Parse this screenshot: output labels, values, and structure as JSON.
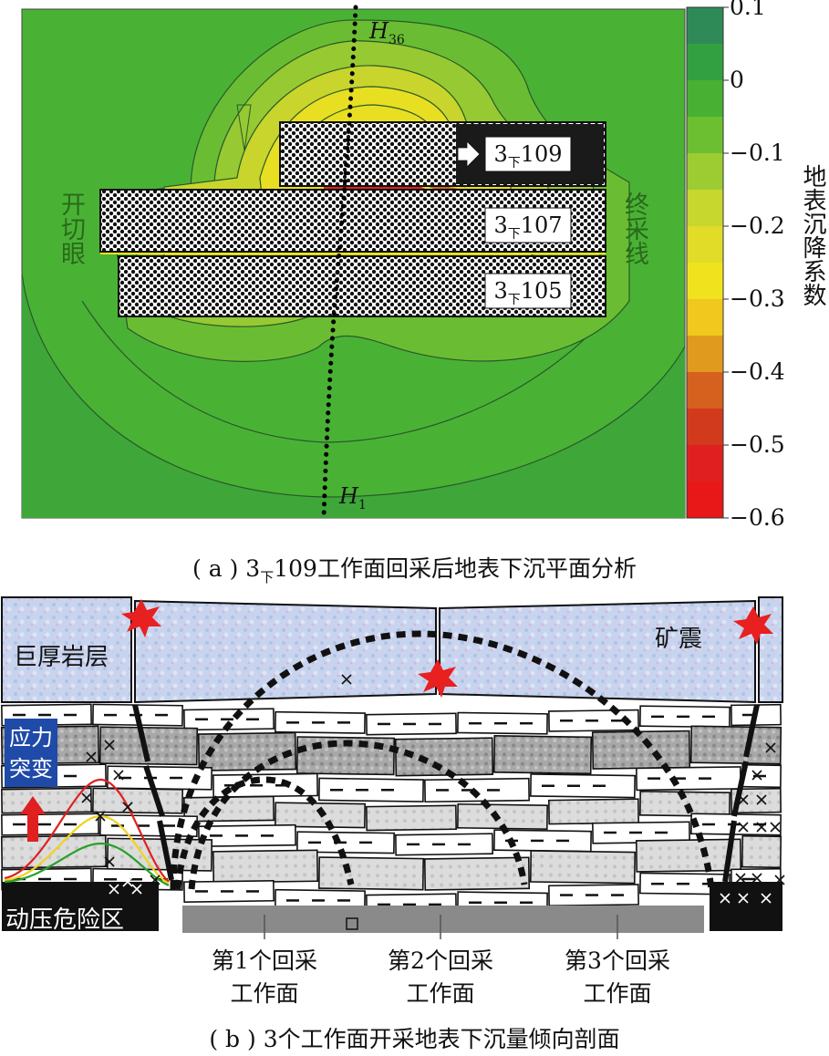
{
  "panel_a": {
    "points": {
      "top": "H",
      "top_sub": "36",
      "bottom": "H",
      "bottom_sub": "1"
    },
    "left_label": "开切眼",
    "right_label": "终采线",
    "faces": [
      {
        "main": "3",
        "sub": "下",
        "num": "109"
      },
      {
        "main": "3",
        "sub": "下",
        "num": "107"
      },
      {
        "main": "3",
        "sub": "下",
        "num": "105"
      }
    ],
    "colorbar": {
      "title": "地表沉降系数",
      "ticks": [
        "0.1",
        "0",
        "−0.1",
        "−0.2",
        "−0.3",
        "−0.4",
        "−0.5",
        "−0.6"
      ],
      "colors": [
        "#2e8b57",
        "#32a040",
        "#48b032",
        "#6cbf30",
        "#9ccc32",
        "#c8d72e",
        "#e0dc28",
        "#f0e31e",
        "#f0c81e",
        "#e09a1e",
        "#d6601e",
        "#d23a1e",
        "#e02020",
        "#e81818"
      ]
    },
    "caption_a": "( a ) 3",
    "caption_sub": "下",
    "caption_b": "109工作面回采后地表下沉平面分析"
  },
  "panel_b": {
    "thick_rock_label": "巨厚岩层",
    "quake_label": "矿震",
    "stress_label_line1": "应力",
    "stress_label_line2": "突变",
    "danger_label": "动压危险区",
    "faces": [
      {
        "line1": "第1个回采",
        "line2": "工作面"
      },
      {
        "line1": "第2个回采",
        "line2": "工作面"
      },
      {
        "line1": "第3个回采",
        "line2": "工作面"
      }
    ],
    "caption": "( b ) 3个工作面开采地表下沉量倾向剖面"
  }
}
